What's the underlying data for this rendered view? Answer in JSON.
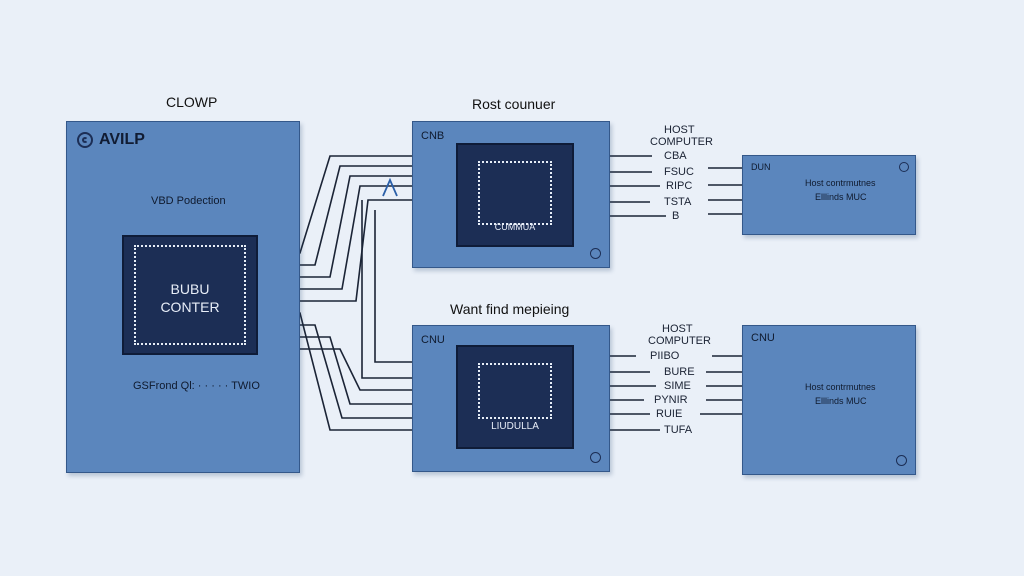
{
  "left_block": {
    "caption": "CLOWP",
    "logo_label": "AVILP",
    "inner_label": "VBD Podection",
    "chip_text_line1": "BUBU",
    "chip_text_line2": "CONTER",
    "footer_text": "GSFrond Ql: · · · · · TWIO"
  },
  "top_section": {
    "caption": "Rost counuer",
    "panel_label": "CNB",
    "chip_label": "CUMMUA",
    "host_label_line1": "HOST",
    "host_label_line2": "COMPUTER",
    "signals": [
      "CBA",
      "FSUC",
      "RIPC",
      "TSTA",
      "B"
    ],
    "right_panel_label": "DUN",
    "right_panel_text_line1": "Host contrmutnes",
    "right_panel_text_line2": "Elllinds MUC"
  },
  "bottom_section": {
    "caption": "Want find mepieing",
    "panel_label": "CNU",
    "chip_label": "LIUDULLA",
    "host_label_line1": "HOST",
    "host_label_line2": "COMPUTER",
    "signals": [
      "PIIBO",
      "BURE",
      "SIME",
      "PYNIR",
      "RUIE",
      "TUFA"
    ],
    "right_panel_label": "CNU",
    "right_panel_text_line1": "Host contrmutnes",
    "right_panel_text_line2": "Elllinds MUC"
  },
  "colors": {
    "background": "#eaf0f8",
    "panel": "#5b86bd",
    "chip": "#1c2e55",
    "wire": "#1b2436"
  }
}
